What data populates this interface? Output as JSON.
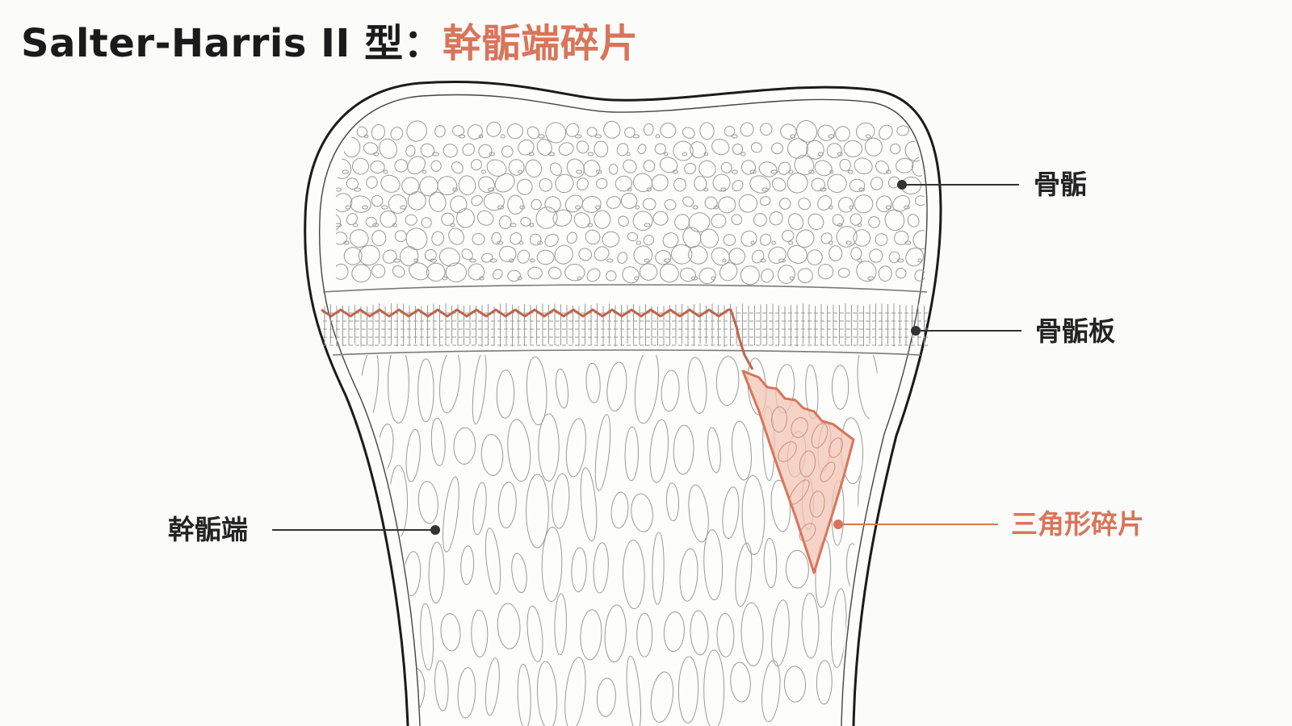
{
  "title": {
    "main": "Salter-Harris II 型：",
    "highlight": "幹骺端碎片"
  },
  "labels": {
    "epiphysis": "骨骺",
    "growth_plate": "骨骺板",
    "metaphysis": "幹骺端",
    "fragment": "三角形碎片"
  },
  "colors": {
    "ink": "#1b1b1b",
    "accent": "#d9755a",
    "accent_fill": "#f3c4b6",
    "background": "#fbfbfa"
  }
}
